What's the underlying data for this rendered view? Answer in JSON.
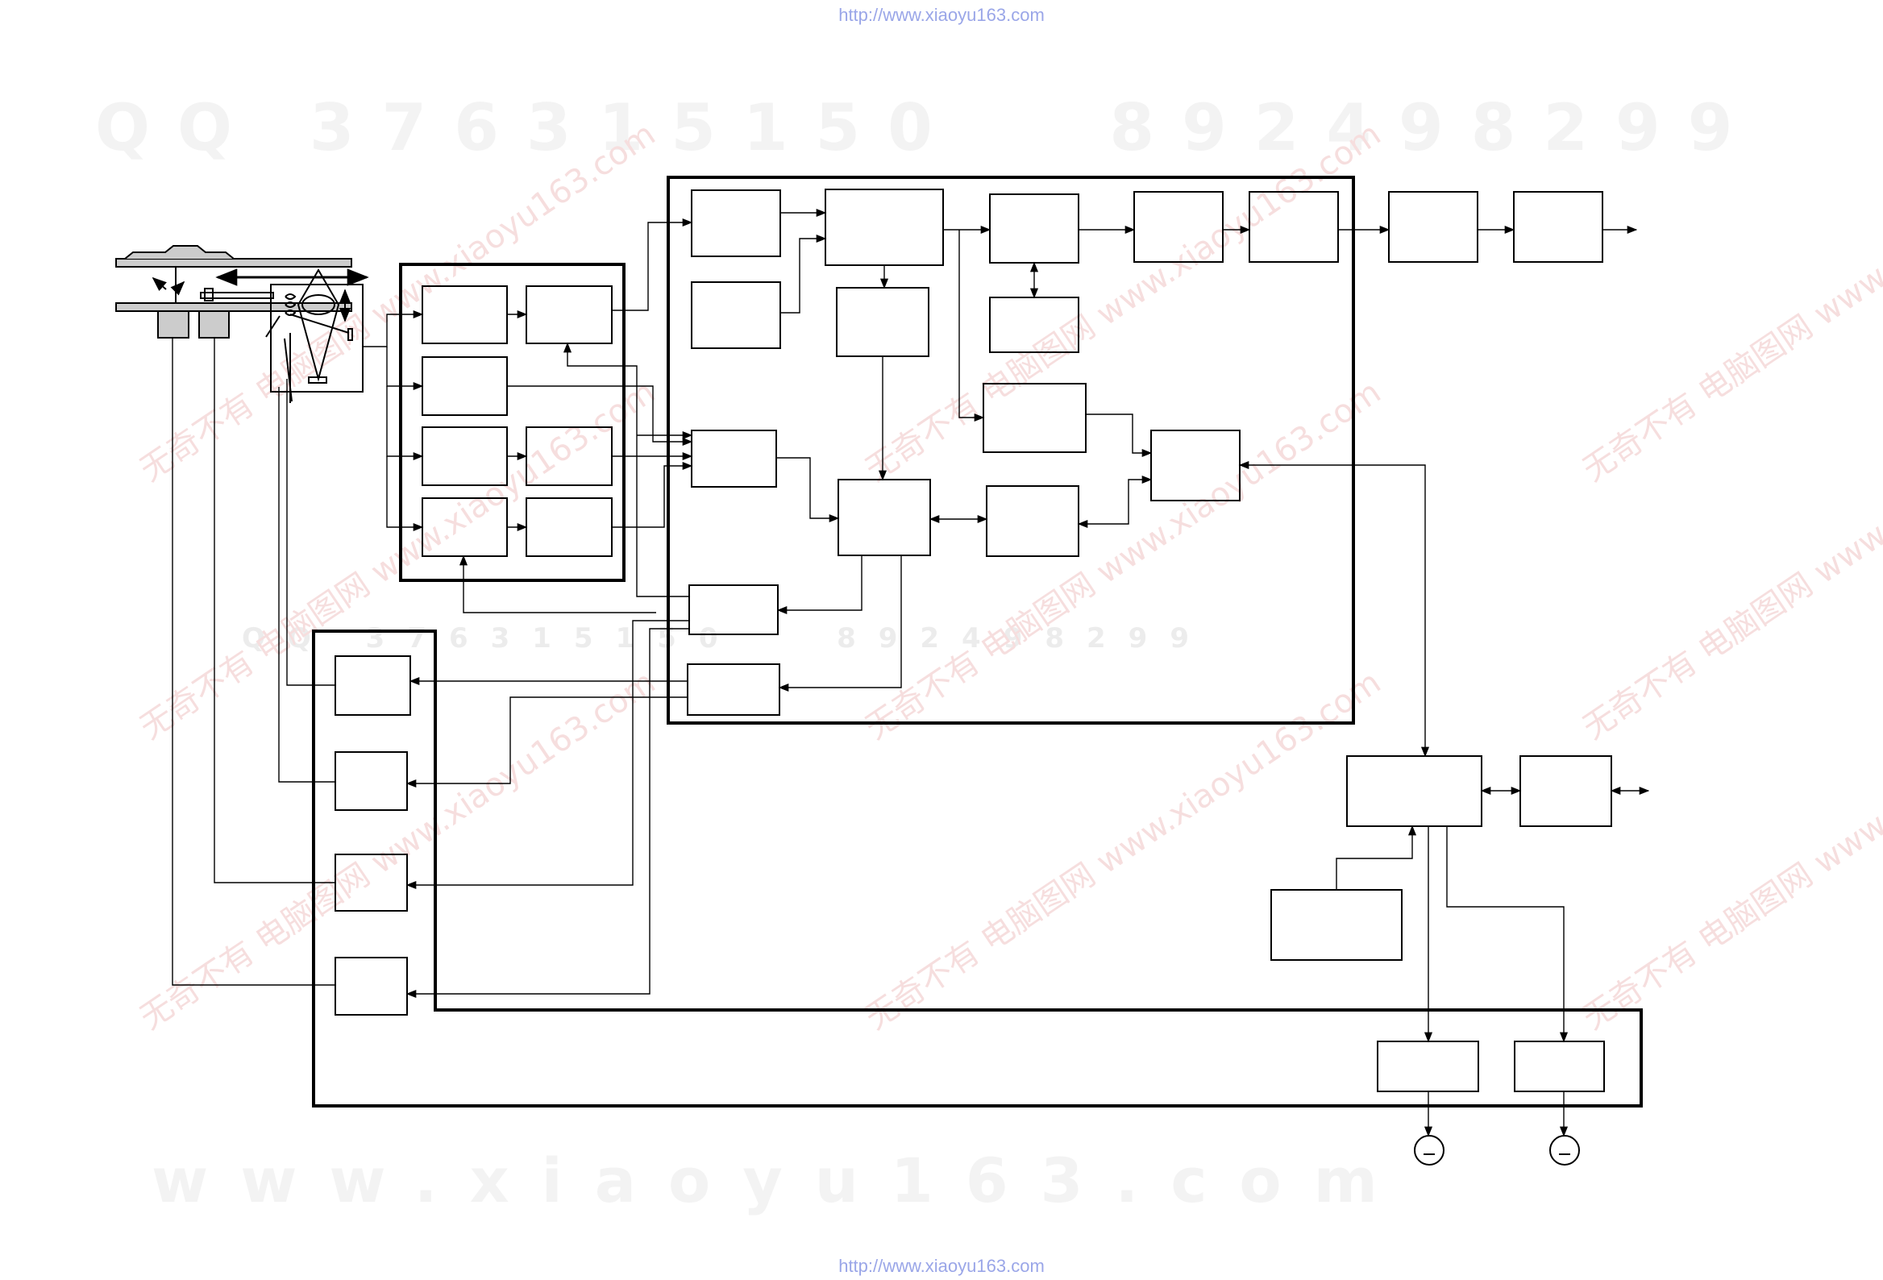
{
  "header": {
    "url": "http://www.xiaoyu163.com"
  },
  "footer": {
    "url": "http://www.xiaoyu163.com"
  },
  "watermarks": {
    "qq_line": "QQ 376315150   892498299",
    "site_line": "www.xiaoyu163.com",
    "diag_text": "无奇不有 电脑图网 www.xiaoyu163.com",
    "mid_line": "QQ 376315150   892498299"
  },
  "colors": {
    "link": "#9aa6e8",
    "line": "#000000",
    "mech": "#cccccc"
  }
}
